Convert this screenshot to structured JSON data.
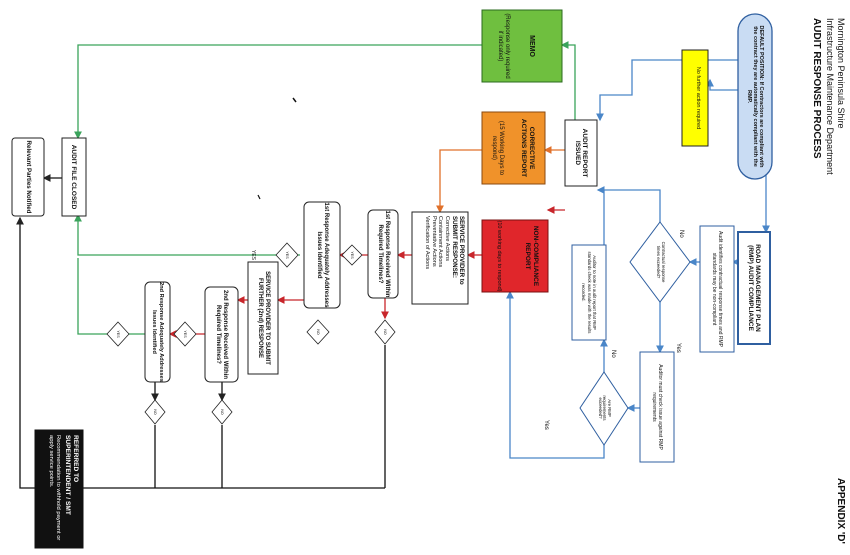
{
  "header": {
    "appendix": "APPENDIX 'D'",
    "org_line1": "Mornington Peninsula Shire",
    "org_line2": "Infrastructure Maintenance Department",
    "title": "AUDIT RESPONSE PROCESS"
  },
  "nodes": {
    "default_position": "DEFAULT POSITION: If Contractors are compliant with the contract they are automatically compliant with the RMP.",
    "no_further_action": "No further action required",
    "rmp_audit": "ROAD MANAGEMENT PLAN (RMP) AUDIT COMPLIANCE",
    "audit_identifies": "Audit identifies contractual response times and RMP standards may be non-compliant",
    "contractual_decision": "Contractual response times exceeded?",
    "auditor_check": "Auditor must check issue against RMP requirements",
    "rmp_decision": "Are RMP requirements exceeded?",
    "auditor_note": "Auditor to note in audit report that RMP standards check was made with the results recorded.",
    "memo_title": "MEMO",
    "memo_sub": "(Response only required if indicated)",
    "audit_report_issued": "AUDIT REPORT ISSUED",
    "corrective_title": "CORRECTIVE ACTIONS REPORT",
    "corrective_sub": "(15 Working Days to respond)",
    "ncr_title": "NON-COMPLIANCE REPORT",
    "ncr_sub": "(10 working days to respond)",
    "sp_submit_title": "SERVICE PROVIDER to SUBMIT RESPONSE:",
    "sp_submit_items": [
      "Corrective Actions",
      "Containment Actions",
      "Preventative Actions",
      "Verification of Actions"
    ],
    "first_received": "1st Response Received Within Required Timelines?",
    "first_adequate": "1st Response Adequately Addresses Issues Identified",
    "sp_further": "SERVICE PROVIDER TO SUBMIT FURTHER (2nd) RESPONSE",
    "second_received": "2nd Response Received Within Required Timelines?",
    "second_adequate": "2nd Response Adequately Addresses Issues Identified",
    "audit_file_closed": "AUDIT FILE CLOSED",
    "relevant_parties": "Relevant Parties Notified",
    "referred_title": "REFERRED TO SUPERINTENDENT / SMT",
    "referred_sub": "Recommendation to withhold payment or apply service points."
  },
  "labels": {
    "yes": "YES",
    "no": "NO",
    "yes_lc": "Yes",
    "no_lc": "No"
  },
  "colors": {
    "memo_green": "#6fbf3f",
    "corrective_orange": "#f0922a",
    "ncr_red": "#e0262b",
    "default_blue": "#c9dcf3",
    "no_action_yellow": "#ffff00",
    "referred_black": "#111111",
    "green_line": "#3aa35b",
    "orange_line": "#e0702a",
    "red_line": "#c8262b",
    "blue_line": "#4a86c8"
  }
}
